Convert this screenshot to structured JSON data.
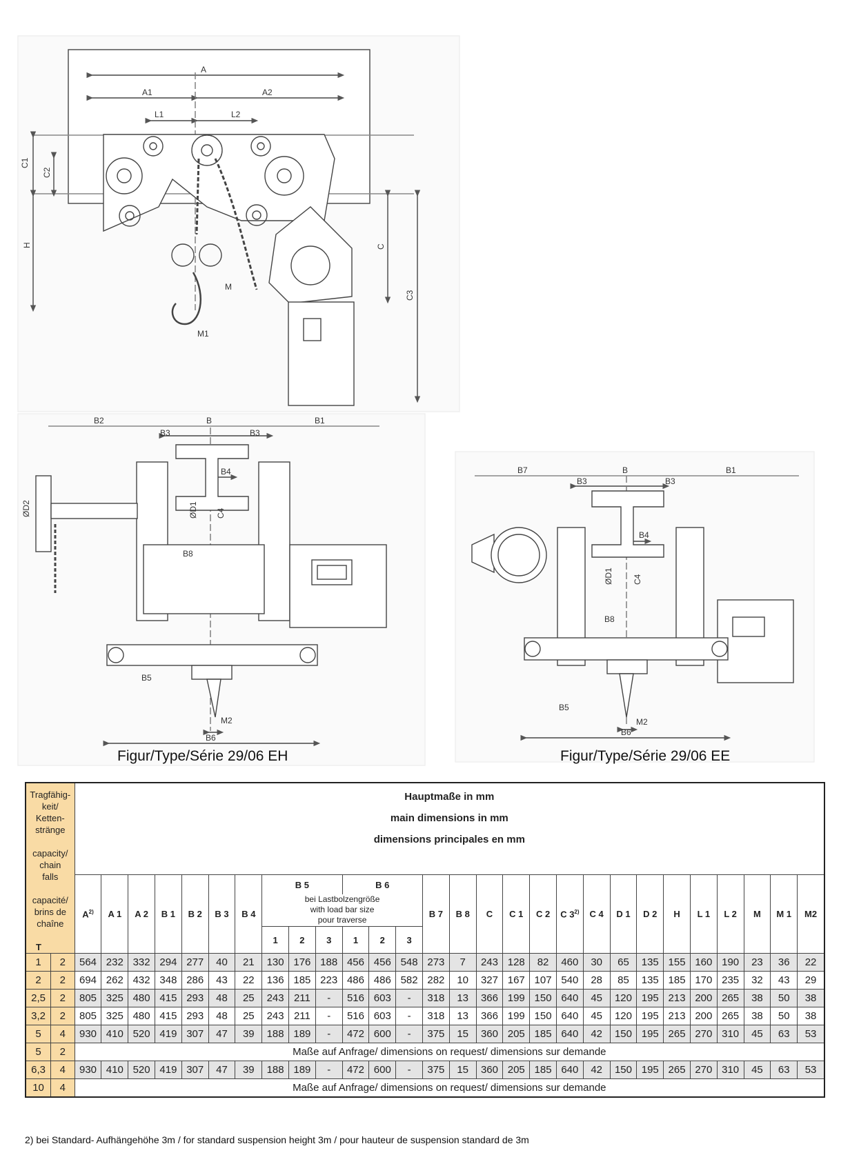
{
  "figures": {
    "caption_left": "Figur/Type/Série 29/06 EH",
    "caption_right": "Figur/Type/Série 29/06 EE",
    "top_labels": {
      "A": "A",
      "A1": "A1",
      "A2": "A2",
      "L1": "L1",
      "L2": "L2",
      "C1": "C1",
      "C2": "C2",
      "H": "H",
      "C": "C",
      "C3": "C3",
      "M": "M",
      "M1": "M1"
    },
    "left_labels": {
      "B2": "B2",
      "B": "B",
      "B1": "B1",
      "B3a": "B3",
      "B3b": "B3",
      "B4": "B4",
      "D1": "ØD1",
      "C4": "C4",
      "D2": "ØD2",
      "B8": "B8",
      "B5": "B5",
      "M2": "M2",
      "B6": "B6"
    },
    "right_labels": {
      "B7": "B7",
      "B": "B",
      "B1": "B1",
      "B3a": "B3",
      "B3b": "B3",
      "B4": "B4",
      "D1": "ØD1",
      "C4": "C4",
      "B8": "B8",
      "B5": "B5",
      "M2": "M2",
      "B6": "B6"
    }
  },
  "table": {
    "capacity_header": [
      "Tragfähig-",
      "keit/",
      "Ketten-",
      "stränge",
      "",
      "capacity/",
      "chain",
      "falls",
      "",
      "capacité/",
      "brins de",
      "chaîne",
      "",
      "T"
    ],
    "title_de": "Hauptmaße  in mm",
    "title_en": "main dimensions in mm",
    "title_fr": "dimensions principales en mm",
    "col_a": "A",
    "col_a_sup": "2)",
    "cols_1": [
      "A 1",
      "A 2",
      "B 1",
      "B 2",
      "B 3",
      "B 4"
    ],
    "b5": "B 5",
    "b6": "B 6",
    "load_bar": [
      "bei Lastbolzengröße",
      "with load bar size",
      "pour traverse"
    ],
    "sub": [
      "1",
      "2",
      "3",
      "1",
      "2",
      "3"
    ],
    "cols_2": [
      "B 7",
      "B 8",
      "C",
      "C 1",
      "C 2"
    ],
    "col_c3": "C 3",
    "col_c3_sup": "2)",
    "cols_3": [
      "C 4",
      "D 1",
      "D 2",
      "H",
      "L 1",
      "L 2",
      "M",
      "M 1",
      "M2"
    ],
    "rows": [
      {
        "t": "1",
        "falls": "2",
        "vals": [
          "564",
          "232",
          "332",
          "294",
          "277",
          "40",
          "21",
          "130",
          "176",
          "188",
          "456",
          "456",
          "548",
          "273",
          "7",
          "243",
          "128",
          "82",
          "460",
          "30",
          "65",
          "135",
          "155",
          "160",
          "190",
          "23",
          "36",
          "22"
        ]
      },
      {
        "t": "2",
        "falls": "2",
        "vals": [
          "694",
          "262",
          "432",
          "348",
          "286",
          "43",
          "22",
          "136",
          "185",
          "223",
          "486",
          "486",
          "582",
          "282",
          "10",
          "327",
          "167",
          "107",
          "540",
          "28",
          "85",
          "135",
          "185",
          "170",
          "235",
          "32",
          "43",
          "29"
        ]
      },
      {
        "t": "2,5",
        "falls": "2",
        "vals": [
          "805",
          "325",
          "480",
          "415",
          "293",
          "48",
          "25",
          "243",
          "211",
          "-",
          "516",
          "603",
          "-",
          "318",
          "13",
          "366",
          "199",
          "150",
          "640",
          "45",
          "120",
          "195",
          "213",
          "200",
          "265",
          "38",
          "50",
          "38"
        ]
      },
      {
        "t": "3,2",
        "falls": "2",
        "vals": [
          "805",
          "325",
          "480",
          "415",
          "293",
          "48",
          "25",
          "243",
          "211",
          "-",
          "516",
          "603",
          "-",
          "318",
          "13",
          "366",
          "199",
          "150",
          "640",
          "45",
          "120",
          "195",
          "213",
          "200",
          "265",
          "38",
          "50",
          "38"
        ]
      },
      {
        "t": "5",
        "falls": "4",
        "vals": [
          "930",
          "410",
          "520",
          "419",
          "307",
          "47",
          "39",
          "188",
          "189",
          "-",
          "472",
          "600",
          "-",
          "375",
          "15",
          "360",
          "205",
          "185",
          "640",
          "42",
          "150",
          "195",
          "265",
          "270",
          "310",
          "45",
          "63",
          "53"
        ]
      },
      {
        "t": "5",
        "falls": "2",
        "note": "Maße auf Anfrage/ dimensions on request/ dimensions sur demande"
      },
      {
        "t": "6,3",
        "falls": "4",
        "vals": [
          "930",
          "410",
          "520",
          "419",
          "307",
          "47",
          "39",
          "188",
          "189",
          "-",
          "472",
          "600",
          "-",
          "375",
          "15",
          "360",
          "205",
          "185",
          "640",
          "42",
          "150",
          "195",
          "265",
          "270",
          "310",
          "45",
          "63",
          "53"
        ]
      },
      {
        "t": "10",
        "falls": "4",
        "note": "Maße auf Anfrage/ dimensions on request/ dimensions sur demande"
      }
    ]
  },
  "footnote": "2) bei Standard- Aufhängehöhe 3m / for standard suspension height 3m / pour hauteur de suspension standard de 3m"
}
